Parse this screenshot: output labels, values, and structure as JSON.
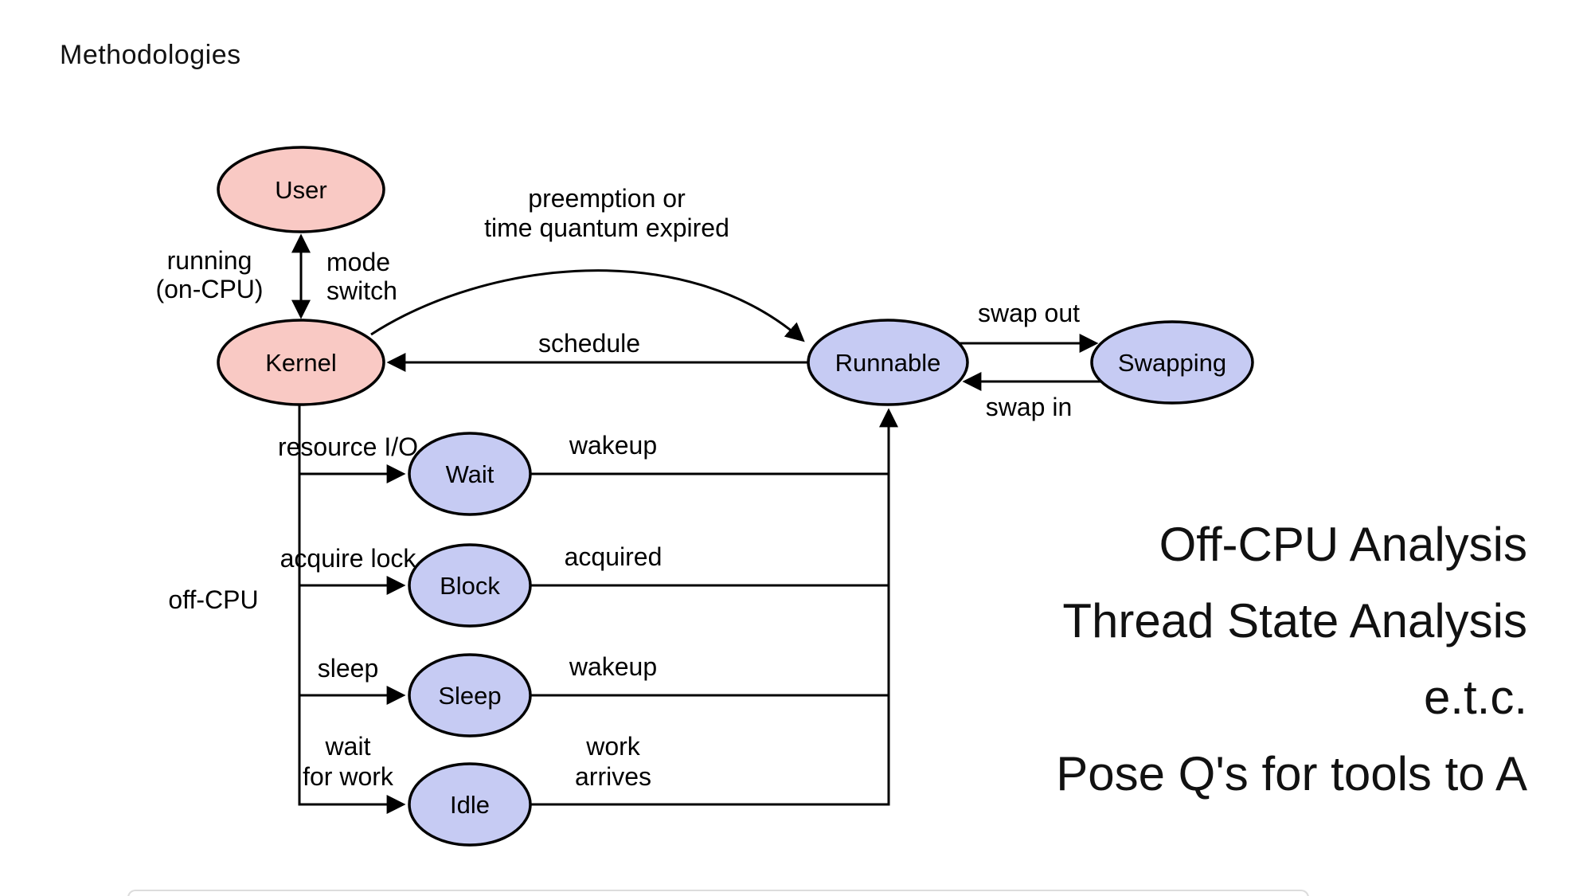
{
  "title": "Methodologies",
  "colors": {
    "on_cpu_fill": "#f9c9c4",
    "off_cpu_fill": "#c6cbf3",
    "stroke": "#000000",
    "next_slide_border": "#dcdcdc"
  },
  "nodes": {
    "user": {
      "label": "User"
    },
    "kernel": {
      "label": "Kernel"
    },
    "runnable": {
      "label": "Runnable"
    },
    "swapping": {
      "label": "Swapping"
    },
    "wait": {
      "label": "Wait"
    },
    "block": {
      "label": "Block"
    },
    "sleep": {
      "label": "Sleep"
    },
    "idle": {
      "label": "Idle"
    }
  },
  "edge_labels": {
    "running": [
      "running",
      "(on-CPU)"
    ],
    "mode_switch": [
      "mode",
      "switch"
    ],
    "preemption": [
      "preemption or",
      "time quantum expired"
    ],
    "schedule": "schedule",
    "swap_out": "swap out",
    "swap_in": "swap in",
    "resource_io": "resource I/O",
    "wakeup_wait": "wakeup",
    "acquire_lock": "acquire lock",
    "acquired": "acquired",
    "sleep_action": "sleep",
    "wakeup_sleep": "wakeup",
    "wait_for_work": [
      "wait",
      "for work"
    ],
    "work_arrives": [
      "work",
      "arrives"
    ],
    "off_cpu": "off-CPU"
  },
  "annotation": {
    "lines": [
      "Off-CPU Analysis",
      "Thread State Analysis",
      "e.t.c.",
      "Pose Q's for tools to A"
    ]
  }
}
